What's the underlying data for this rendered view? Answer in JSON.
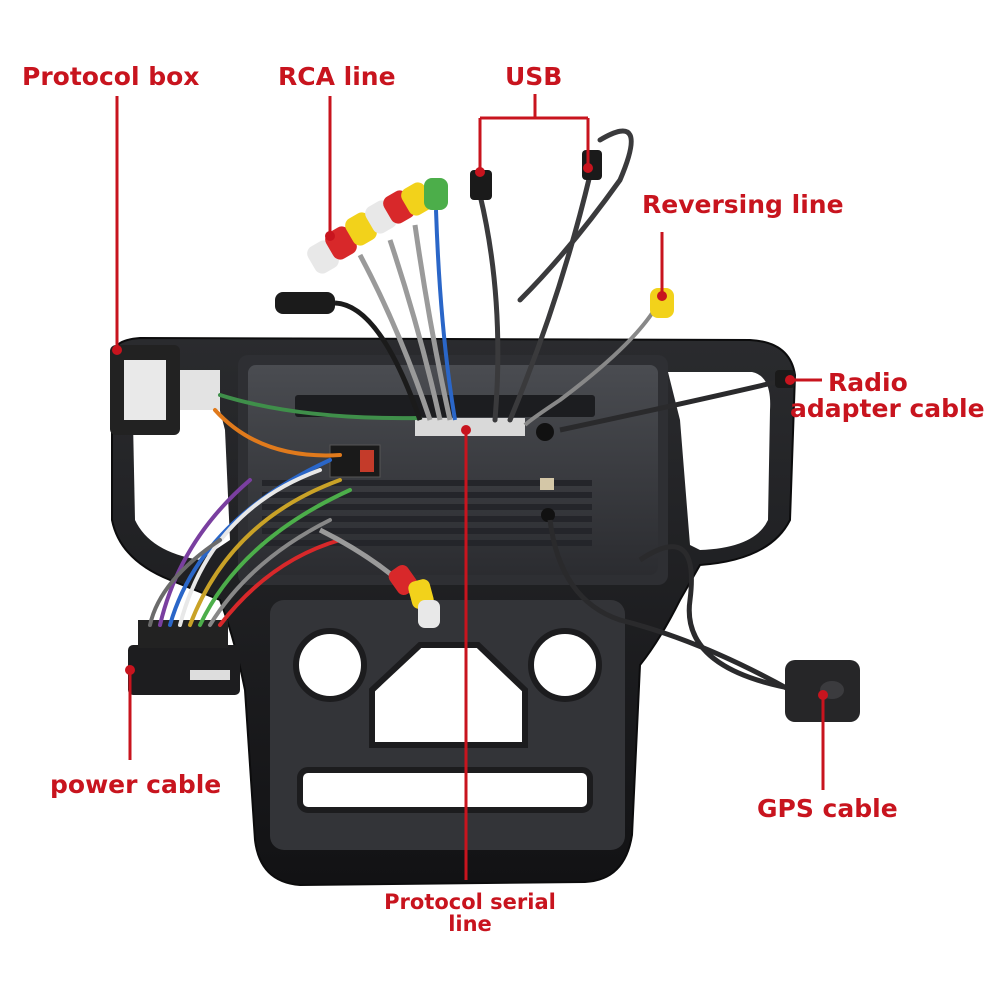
{
  "labels": {
    "protocol_box": "Protocol box",
    "rca_line": "RCA line",
    "usb": "USB",
    "reversing_line": "Reversing line",
    "radio_adapter_line1": "Radio",
    "radio_adapter_line2": "adapter cable",
    "power_cable": "power cable",
    "gps_cable": "GPS cable",
    "protocol_serial_line1": "Protocol serial",
    "protocol_serial_line2": "line"
  },
  "colors": {
    "label_red": "#c8141e",
    "frame_black": "#1b1b1d",
    "unit_grey": "#3a3c40",
    "rca_yellow": "#f2d21b",
    "rca_red": "#d8282a",
    "rca_white": "#e8e8e8",
    "rca_green": "#4cae4a"
  }
}
